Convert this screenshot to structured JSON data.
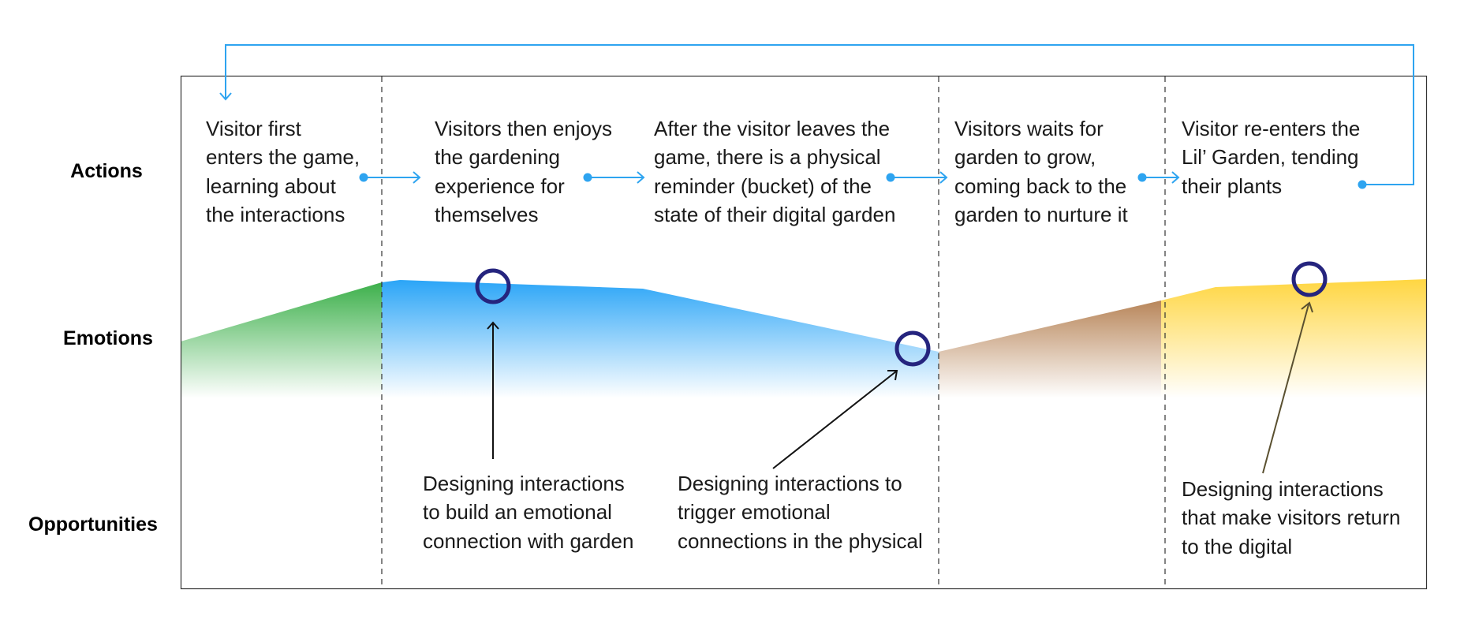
{
  "row_labels": {
    "actions": "Actions",
    "emotions": "Emotions",
    "opportunities": "Opportunities"
  },
  "actions": [
    [
      "Visitor first",
      "enters the game,",
      "learning about",
      "the interactions"
    ],
    [
      "Visitors then enjoys",
      "the gardening",
      "experience for",
      "themselves"
    ],
    [
      "After the visitor leaves the",
      "game, there is a physical",
      "reminder (bucket) of the",
      "state of their digital garden"
    ],
    [
      "Visitors waits for",
      "garden to grow,",
      "coming back to the",
      "garden to nurture it"
    ],
    [
      "Visitor re-enters the",
      "Lil’ Garden, tending",
      "their plants"
    ]
  ],
  "opportunities": [
    [
      "Designing interactions",
      "to build an emotional",
      "connection with garden"
    ],
    [
      "Designing interactions to",
      "trigger emotional",
      "connections in the physical"
    ],
    [
      "Designing interactions",
      "that make visitors return",
      "to the digital"
    ]
  ],
  "colors": {
    "flow_arrow": "#2EA4F0",
    "frame": "#333333",
    "marker_circle": "#25247E",
    "stage_green": "#3DB04B",
    "stage_blue": "#2BA5F7",
    "stage_brown": "#B8865A",
    "stage_yellow": "#FFD642"
  }
}
